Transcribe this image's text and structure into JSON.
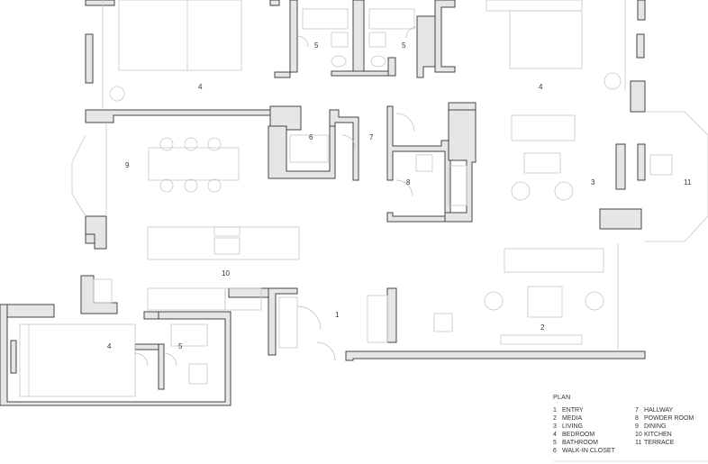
{
  "rooms": [
    {
      "id": "bedroom-top-left",
      "label": "4"
    },
    {
      "id": "bathroom-top-a",
      "label": "5"
    },
    {
      "id": "bathroom-top-b",
      "label": "5"
    },
    {
      "id": "bedroom-top-right",
      "label": "4"
    },
    {
      "id": "walk-in-closet",
      "label": "6"
    },
    {
      "id": "hallway",
      "label": "7"
    },
    {
      "id": "dining",
      "label": "9"
    },
    {
      "id": "powder-room",
      "label": "8"
    },
    {
      "id": "living",
      "label": "3"
    },
    {
      "id": "terrace",
      "label": "11"
    },
    {
      "id": "kitchen",
      "label": "10"
    },
    {
      "id": "entry",
      "label": "1"
    },
    {
      "id": "bedroom-bottom-left",
      "label": "4"
    },
    {
      "id": "bathroom-bottom",
      "label": "5"
    },
    {
      "id": "media",
      "label": "2"
    }
  ],
  "legend": {
    "title": "PLAN",
    "items": [
      {
        "num": "1",
        "name": "ENTRY"
      },
      {
        "num": "2",
        "name": "MEDIA"
      },
      {
        "num": "3",
        "name": "LIVING"
      },
      {
        "num": "4",
        "name": "BEDROOM"
      },
      {
        "num": "5",
        "name": "BATHROOM"
      },
      {
        "num": "6",
        "name": "WALK-IN CLOSET"
      },
      {
        "num": "7",
        "name": "HALLWAY"
      },
      {
        "num": "8",
        "name": "POWDER ROOM"
      },
      {
        "num": "9",
        "name": "DINING"
      },
      {
        "num": "10",
        "name": "KITCHEN"
      },
      {
        "num": "11",
        "name": "TERRACE"
      }
    ]
  }
}
